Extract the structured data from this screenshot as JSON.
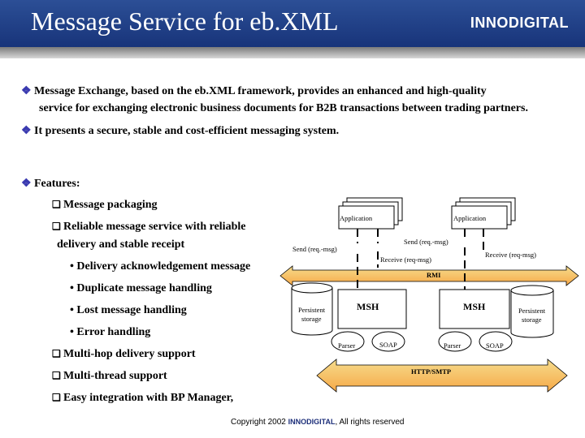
{
  "header": {
    "title": "Message Service for eb.XML",
    "logo": "INNODIGITAL"
  },
  "bullets": [
    "Message Exchange, based on the eb.XML framework, provides an enhanced and high-quality",
    "service for exchanging electronic business documents for B2B transactions between trading partners.",
    "It presents a secure, stable and cost-efficient messaging system.",
    "Features:"
  ],
  "features": {
    "f1": "Message packaging",
    "f2a": "Reliable message service with reliable",
    "f2b": "delivery and stable receipt",
    "s1": "• Delivery acknowledgement message",
    "s2": "• Duplicate message handling",
    "s3": "• Lost message handling",
    "s4": "• Error handling",
    "f3": "Multi-hop  delivery support",
    "f4": "Multi-thread support",
    "f5": "Easy integration with  BP Manager,"
  },
  "diagram": {
    "app_left": "Application",
    "app_right": "Application",
    "send_left": "Send (req.-msg)",
    "send_right": "Send (req.-msg)",
    "recv_mid": "Receive (req-msg)",
    "recv_right": "Receive (req-msg)",
    "rmi": "RMI",
    "msh_left": "MSH",
    "msh_right": "MSH",
    "storage_left_1": "Persistent",
    "storage_left_2": "storage",
    "storage_right_1": "Persistent",
    "storage_right_2": "storage",
    "parser_left": "Parser",
    "soap_left": "SOAP",
    "parser_right": "Parser",
    "soap_right": "SOAP",
    "http": "HTTP/SMTP"
  },
  "footer": {
    "prefix": "Copyright 2002",
    "logo": "INNODIGITAL",
    "suffix": ", All rights reserved"
  }
}
